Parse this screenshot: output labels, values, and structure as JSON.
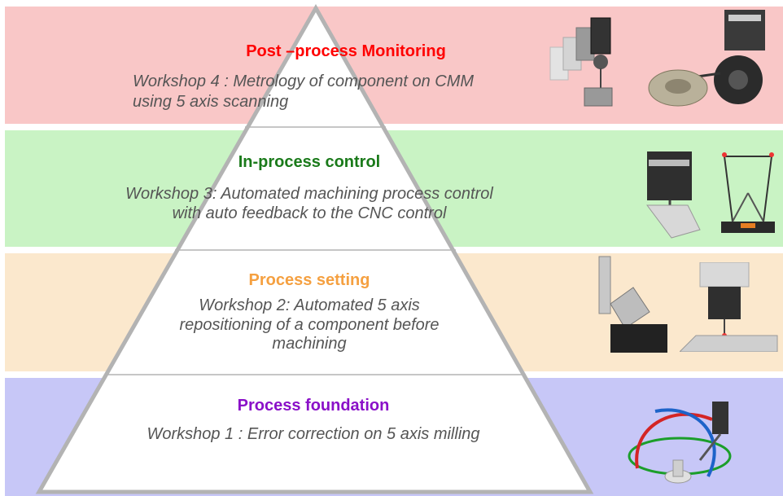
{
  "levels": [
    {
      "title": "Post –process Monitoring",
      "title_color": "#ff0000",
      "body": "Workshop 4 : Metrology of component on CMM using 5 axis scanning",
      "band_color": "#f9c7c7",
      "images": [
        "probe-rotation-sequence-icon",
        "blisk-scanning-probe-icon"
      ]
    },
    {
      "title": "In-process control",
      "title_color": "#1a7a1a",
      "body": "Workshop 3: Automated machining process control with auto feedback to the CNC control",
      "band_color": "#c9f3c4",
      "images": [
        "machine-tool-probe-icon",
        "parallel-kinematic-gauge-icon"
      ]
    },
    {
      "title": "Process setting",
      "title_color": "#f5a040",
      "body": "Workshop 2: Automated 5 axis repositioning of a component before machining",
      "band_color": "#fbe8cd",
      "images": [
        "cutting-tool-fixture-icon",
        "spindle-probe-table-icon"
      ]
    },
    {
      "title": "Process foundation",
      "title_color": "#8a10c8",
      "body": "Workshop 1 : Error correction on 5 axis milling",
      "band_color": "#c7c7f7",
      "images": [
        "five-axis-rotation-icon"
      ]
    }
  ]
}
